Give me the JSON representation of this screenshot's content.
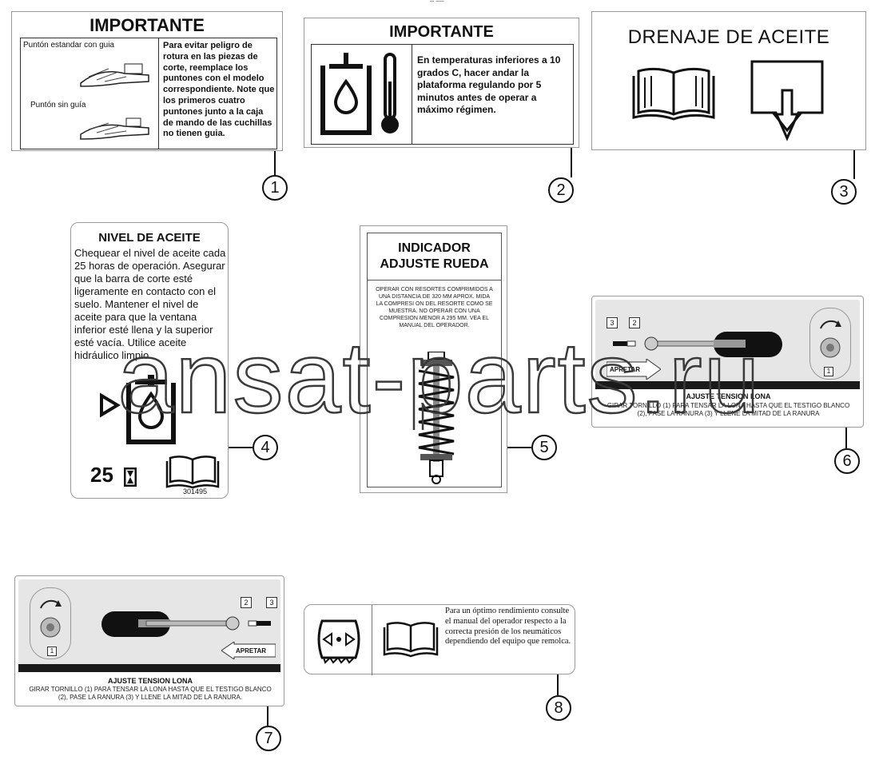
{
  "header_mark": "¯ ¯¯",
  "callouts": [
    "1",
    "2",
    "3",
    "4",
    "5",
    "6",
    "7",
    "8"
  ],
  "decal1": {
    "title": "IMPORTANTE",
    "label_std": "Puntón estandar con guia",
    "label_noguide": "Puntón sin guía",
    "text": "Para evitar peligro de rotura en las piezas de corte, reemplace los puntones con el modelo correspondiente. Note que los primeros cuatro puntones junto a la caja de mando de las cuchillas no tienen guia."
  },
  "decal2": {
    "title": "IMPORTANTE",
    "text": "En temperaturas inferiores a 10 grados C, hacer andar la plataforma regulando por 5 minutos antes de operar a máximo régimen."
  },
  "decal3": {
    "title": "DRENAJE DE ACEITE"
  },
  "decal4": {
    "title": "NIVEL DE ACEITE",
    "text": "Chequear el nivel de aceite cada 25 horas de operación. Asegurar que la barra de corte esté ligeramente en contacto con el suelo. Mantener el nivel de aceite para que la ventana inferior esté llena y la superior esté vacía. Utilice aceite hidráulico limpio.",
    "hours": "25",
    "part_number": "301495"
  },
  "decal5": {
    "title_line1": "INDICADOR",
    "title_line2": "ADJUSTE RUEDA",
    "text": "OPERAR CON RESORTES COMPRIMIDOS A UNA DISTANCIA DE 320 mm APROX. MIDA LA COMPRESI ON DEL RESORTE COMO SE MUESTRA. NO OPERAR CON UNA COMPRESION MENOR A 295 mm. VEA EL MANUAL DEL OPERADOR."
  },
  "decal6": {
    "label_3": "3",
    "label_2": "2",
    "label_1": "1",
    "arrow_label": "APRETAR",
    "title": "AJUSTE TENSION LONA",
    "text": "GIRAR TORNILLO (1) PARA TENSAR LA LONA HASTA QUE EL TESTIGO BLANCO (2), PASE LA RANURA (3) Y LLENE LA MITAD DE LA RANURA"
  },
  "decal7": {
    "label_2": "2",
    "label_3": "3",
    "label_1": "1",
    "arrow_label": "APRETAR",
    "title": "AJUSTE TENSION LONA",
    "text": "GIRAR TORNILLO (1) PARA TENSAR LA LONA HASTA QUE EL TESTIGO BLANCO (2), PASE LA RANURA (3) Y LLENE LA MITAD DE LA RANURA."
  },
  "decal8": {
    "text": "Para un óptimo rendimiento consulte el manual del operador respecto a la correcta presión de los neumáticos dependiendo del equipo que remolca."
  },
  "watermark": "ansat-parts.ru",
  "colors": {
    "ink": "#111111",
    "panel": "#e9e9e9",
    "band": "#1a1a1a",
    "watermark": "#3a3a3a"
  }
}
